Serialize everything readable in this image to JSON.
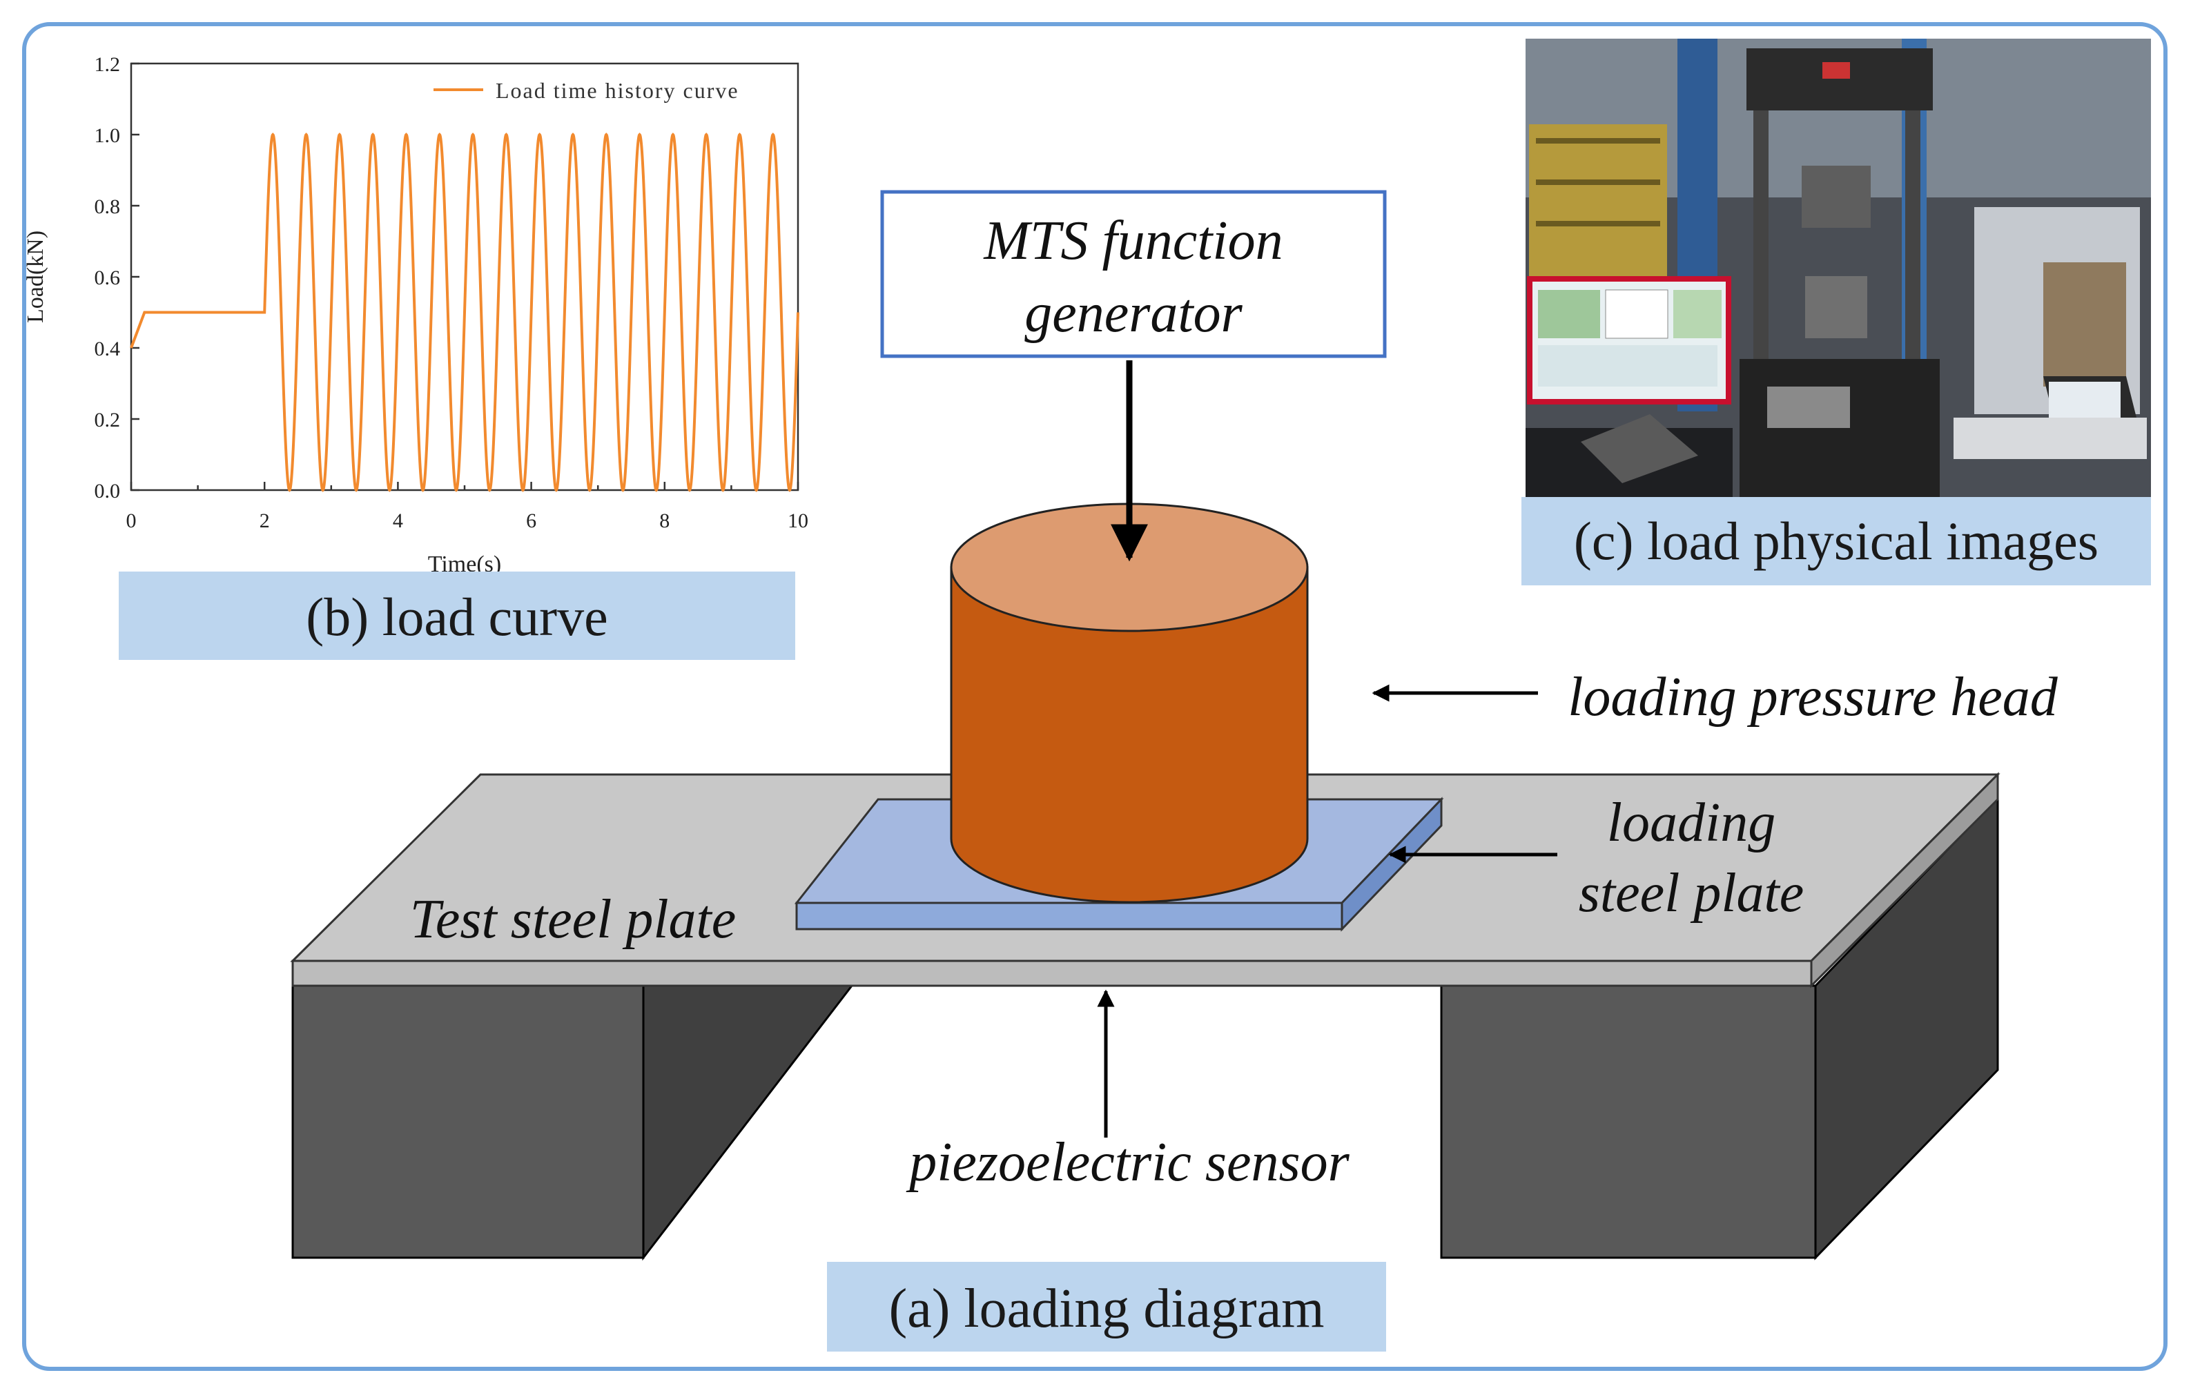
{
  "panels": {
    "a_caption": "(a) loading diagram",
    "b_caption": "(b) load curve",
    "c_caption": "(c) load physical images"
  },
  "labels": {
    "mts_line1": "MTS function",
    "mts_line2": "generator",
    "pressure_head": "loading pressure head",
    "loading_plate_line1": "loading",
    "loading_plate_line2": "steel plate",
    "test_plate": "Test steel plate",
    "sensor": "piezoelectric sensor"
  },
  "colors": {
    "frame": "#6fa3dc",
    "caption_bg": "#bcd5ee",
    "cylinder_body": "#c55a11",
    "cylinder_top": "#dd9b70",
    "loading_plate": "#a4b8e0",
    "test_plate": "#c8c8c8",
    "support": "#595959",
    "curve": "#f28a2e",
    "mts_box_border": "#4472c4"
  },
  "chart_data": {
    "type": "line",
    "xlabel": "Time(s)",
    "ylabel": "Load(kN)",
    "xlim": [
      0,
      10
    ],
    "ylim": [
      0,
      1.2
    ],
    "xticks": [
      "0",
      "2",
      "4",
      "6",
      "8",
      "10"
    ],
    "yticks": [
      "0.0",
      "0.2",
      "0.4",
      "0.6",
      "0.8",
      "1.0",
      "1.2"
    ],
    "legend_position": "top-right",
    "series": [
      {
        "name": "Load time history curve",
        "segments": [
          {
            "kind": "ramp",
            "x": [
              0,
              0.2
            ],
            "y": [
              0.4,
              0.5
            ]
          },
          {
            "kind": "constant",
            "x": [
              0.2,
              2.0
            ],
            "y": [
              0.5,
              0.5
            ]
          },
          {
            "kind": "sine",
            "x_start": 2.0,
            "x_end": 10.0,
            "frequency_hz": 2,
            "mean": 0.5,
            "amplitude": 0.5,
            "start_value": 0.5
          }
        ]
      }
    ]
  },
  "photo": {
    "icons": [
      "testing-machine-icon",
      "monitor-icon",
      "laptop-icon"
    ]
  }
}
